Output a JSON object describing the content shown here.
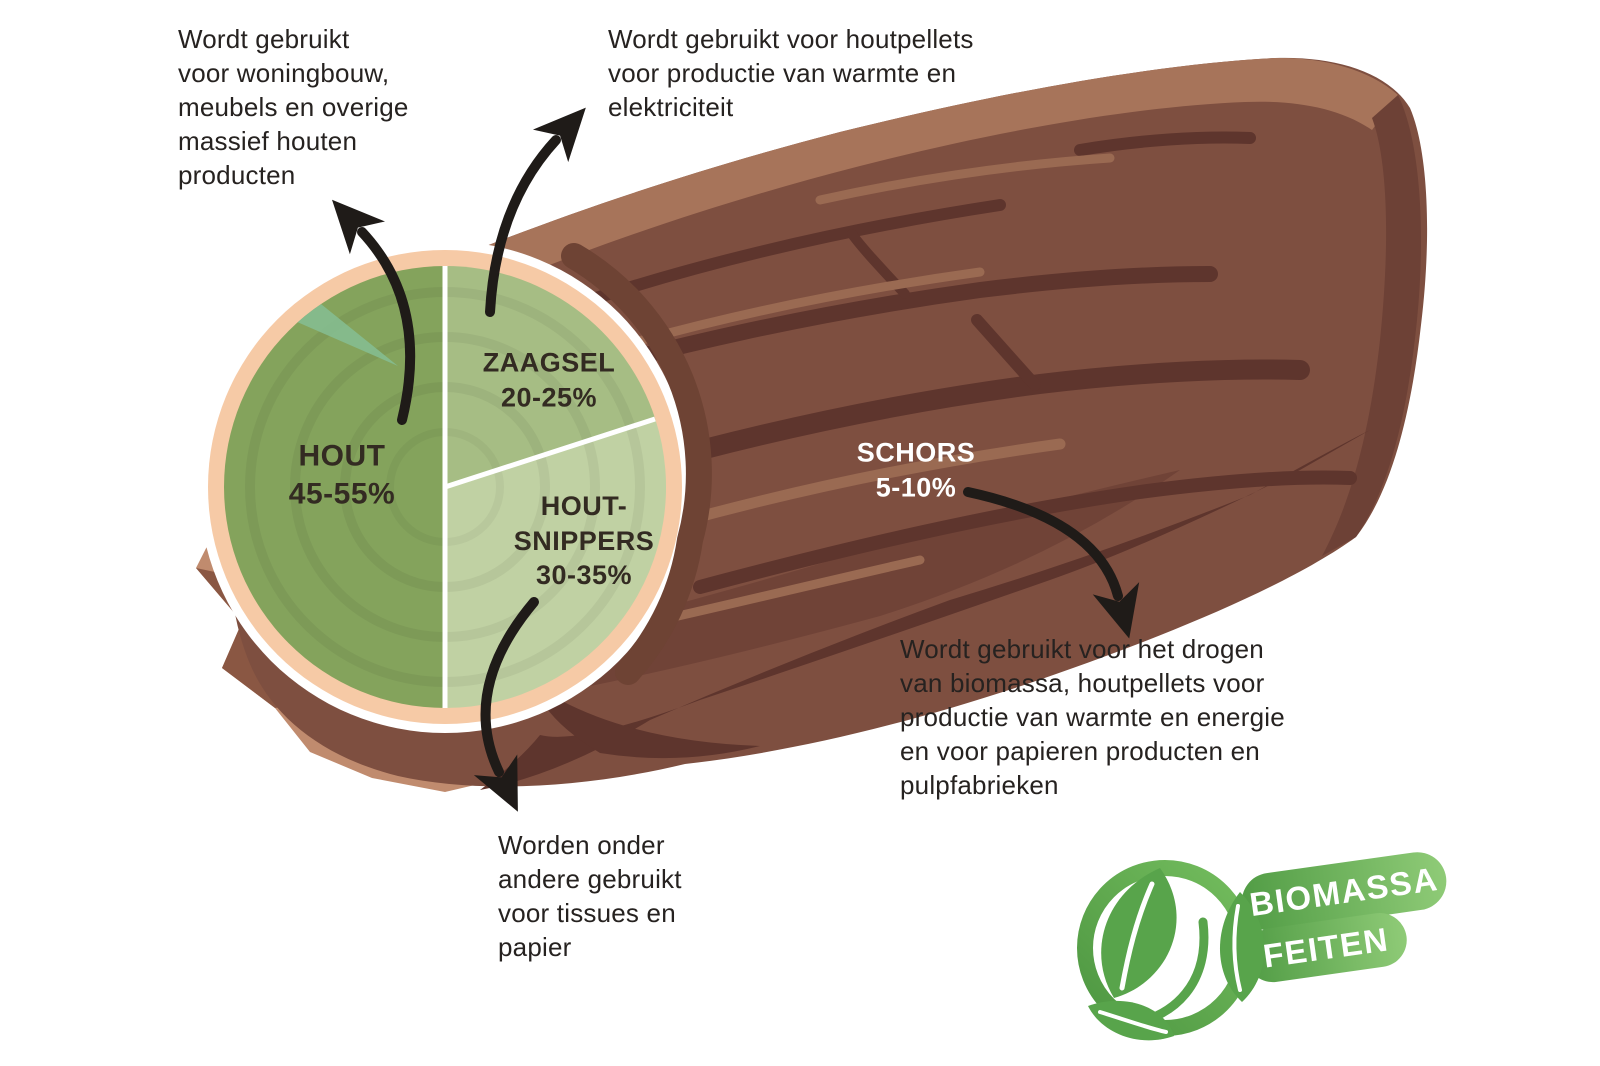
{
  "notes": {
    "hout": "Wordt gebruikt\nvoor woningbouw,\nmeubels en overige\nmassief houten\nproducten",
    "zaagsel": "Wordt gebruikt voor houtpellets\nvoor productie van warmte en\nelektriciteit",
    "houtsnippers": "Worden onder\nandere gebruikt\nvoor tissues en\npapier",
    "schors": "Wordt gebruikt voor het drogen\nvan biomassa, houtpellets voor\nproductie van warmte en energie\nen voor papieren producten en\npulpfabrieken"
  },
  "labels": {
    "hout": "HOUT\n45-55%",
    "zaagsel": "ZAAGSEL\n20-25%",
    "houtsnippers": "HOUT-\nSNIPPERS\n30-35%",
    "schors": "SCHORS\n5-10%"
  },
  "logo": {
    "line1": "BIOMASSA",
    "line2": "FEITEN"
  },
  "chart_data": {
    "type": "pie",
    "title": "",
    "slices": [
      {
        "label": "HOUT",
        "value_range": "45-55%",
        "value_mid": 50,
        "color": "#84a35c",
        "note": "Wordt gebruikt voor woningbouw, meubels en overige massief houten producten"
      },
      {
        "label": "ZAAGSEL",
        "value_range": "20-25%",
        "value_mid": 22.5,
        "color": "#a6bd84",
        "note": "Wordt gebruikt voor houtpellets voor productie van warmte en elektriciteit"
      },
      {
        "label": "HOUTSNIPPERS",
        "value_range": "30-35%",
        "value_mid": 32.5,
        "color": "#c0d1a3",
        "note": "Worden onder andere gebruikt voor tissues en papier"
      },
      {
        "label": "SCHORS",
        "value_range": "5-10%",
        "value_mid": 7.5,
        "color": "#7e4f40",
        "note": "Wordt gebruikt voor het drogen van biomassa, houtpellets voor productie van warmte en energie en voor papieren producten en pulpfabrieken"
      }
    ],
    "legend_position": "on-figure"
  },
  "colors": {
    "bark_main": "#7e4f40",
    "bark_highlight": "#a7745a",
    "bark_dark": "#5e352d",
    "bark_salmon": "#c08b6e",
    "ring_cream": "#f6caa6",
    "slice_hout": "#84a35c",
    "slice_zaagsel": "#a6bd84",
    "slice_snippers": "#c0d1a3",
    "arrow_black": "#1f1b18",
    "logo_green_dark": "#4f9a43",
    "logo_green_light": "#8cc873"
  }
}
